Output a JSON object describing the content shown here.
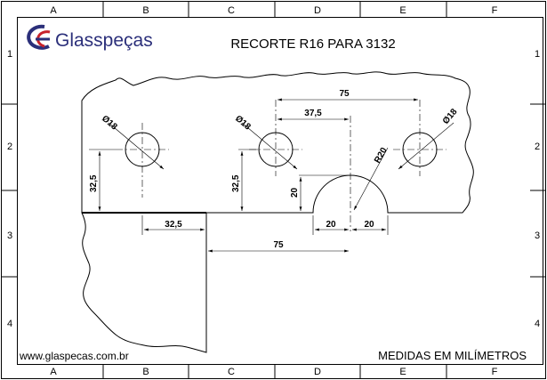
{
  "title": "RECORTE R16 PARA 3132",
  "brand": {
    "name": "Glasspeças",
    "colors": {
      "blue": "#2b2f7a",
      "red": "#c8222b"
    },
    "icon": "glasspecas-logo-icon"
  },
  "footer": {
    "website": "www.glaspecas.com.br",
    "units": "MEDIDAS EM MILÍMETROS"
  },
  "grid": {
    "columns": [
      "A",
      "B",
      "C",
      "D",
      "E",
      "F"
    ],
    "rows": [
      "1",
      "2",
      "3",
      "4"
    ]
  },
  "dimensions": {
    "hole_left": "Ø18",
    "hole_mid": "Ø18",
    "hole_right": "Ø18",
    "height_left": "32,5",
    "height_mid": "32,5",
    "span_75_top": "75",
    "span_37_5": "37,5",
    "radius": "R20",
    "notch_height": "20",
    "notch_left": "20",
    "notch_right": "20",
    "corner_32_5": "32,5",
    "span_75_bottom": "75"
  }
}
